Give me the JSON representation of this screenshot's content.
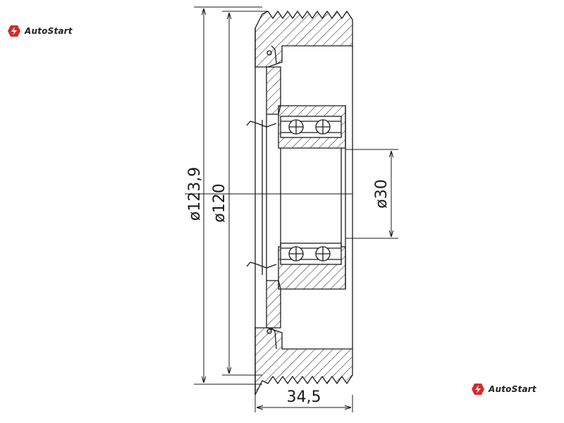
{
  "brand": {
    "name": "AutoStart",
    "accent": "#d42a2a",
    "icon": "autostart-logo-icon"
  },
  "dimensions": {
    "outer_diameter": "ø123,9",
    "groove_diameter": "ø120",
    "bore_diameter": "ø30",
    "width": "34,5"
  },
  "colors": {
    "line": "#1a1a1a"
  }
}
